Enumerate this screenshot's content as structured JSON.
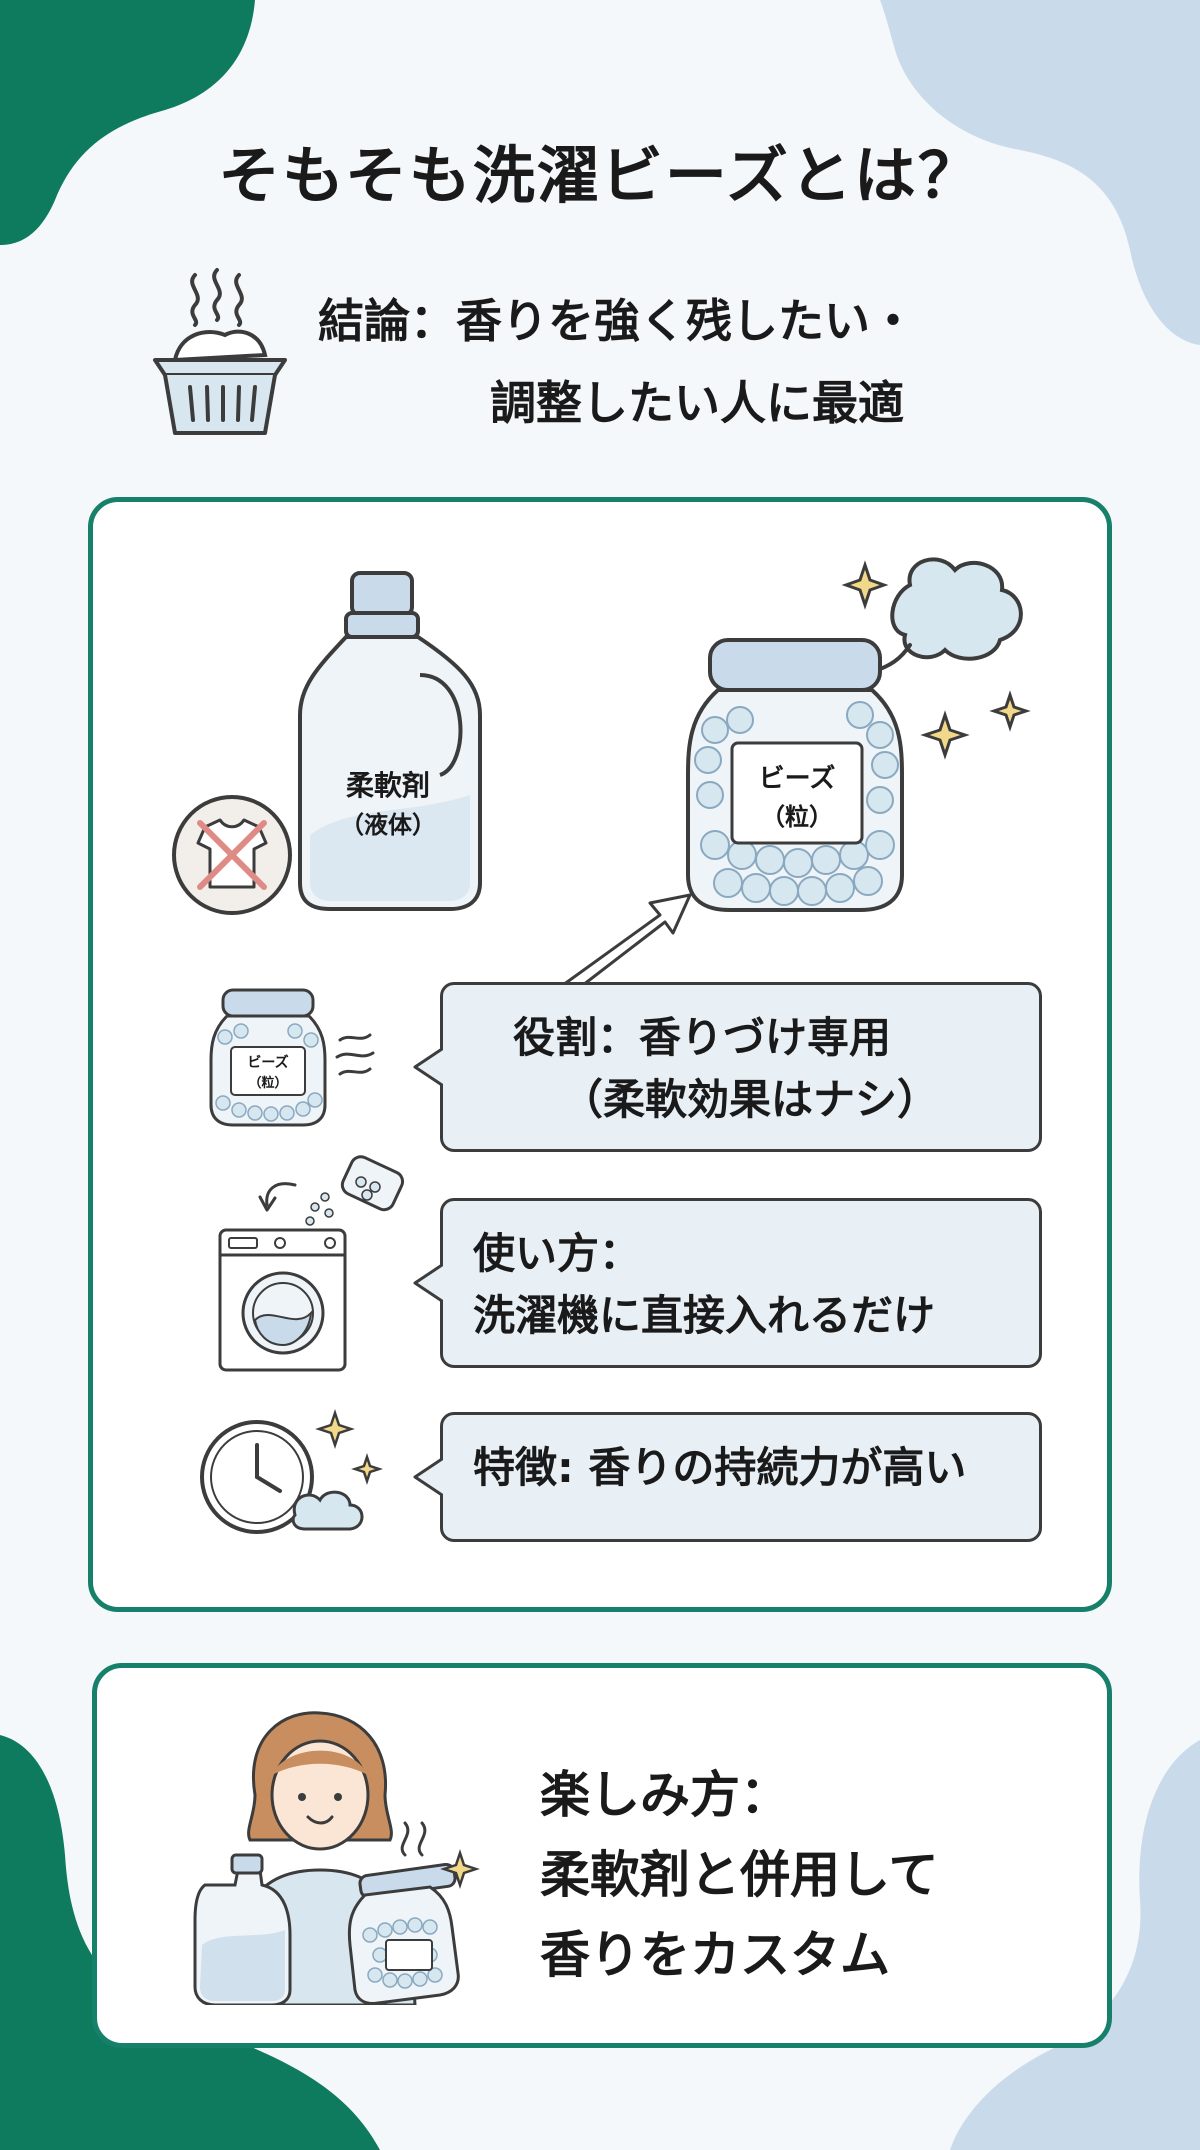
{
  "title": "そもそも洗濯ビーズとは？",
  "conclusion": {
    "line1": "結論：香りを強く残したい・",
    "line2": "調整したい人に最適"
  },
  "illustration": {
    "softener_label_1": "柔軟剤",
    "softener_label_2": "（液体）",
    "beads_label_1": "ビーズ",
    "beads_label_2": "（粒）",
    "small_beads_label_1": "ビーズ",
    "small_beads_label_2": "（粒）"
  },
  "features": [
    {
      "line1": "役割：香りづけ専用",
      "line2": "（柔軟効果はナシ）",
      "icon": "beads-jar-icon"
    },
    {
      "line1": "使い方：",
      "line2": "洗濯機に直接入れるだけ",
      "icon": "washing-machine-icon"
    },
    {
      "line1": "特徴: 香りの持続力が高い",
      "icon": "clock-icon"
    }
  ],
  "enjoy": {
    "line1": "楽しみ方：",
    "line2": "柔軟剤と併用して",
    "line3": "香りをカスタム"
  },
  "colors": {
    "accent_green": "#16806a",
    "blob_blue": "#c9dbea",
    "bubble_bg": "#e8f0f6"
  }
}
